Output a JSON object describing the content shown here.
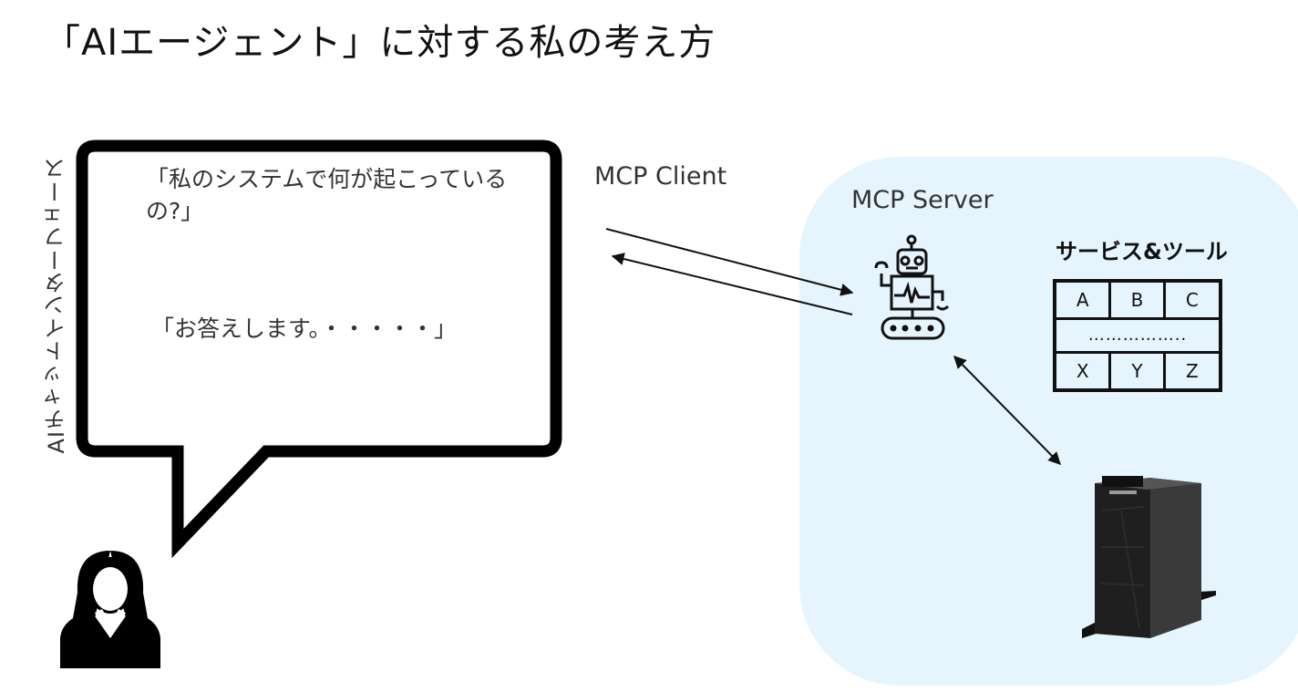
{
  "title": "「AIエージェント」に対する私の考え方",
  "interface_label": "AIチャットインターフェース",
  "bubble": {
    "question": "「私のシステムで何が起こっているの?」",
    "answer": "「お答えします。・・・・・」"
  },
  "mcp_client_label": "MCP Client",
  "mcp_server_label": "MCP Server",
  "tools": {
    "title": "サービス&ツール",
    "rows": [
      [
        "A",
        "B",
        "C"
      ],
      [
        "…………….."
      ],
      [
        "X",
        "Y",
        "Z"
      ]
    ]
  },
  "icons": {
    "user": "user-woman-icon",
    "robot": "robot-icon",
    "server": "server-tower-icon"
  },
  "colors": {
    "server_zone": "#e6f5fd",
    "stroke": "#111111"
  }
}
